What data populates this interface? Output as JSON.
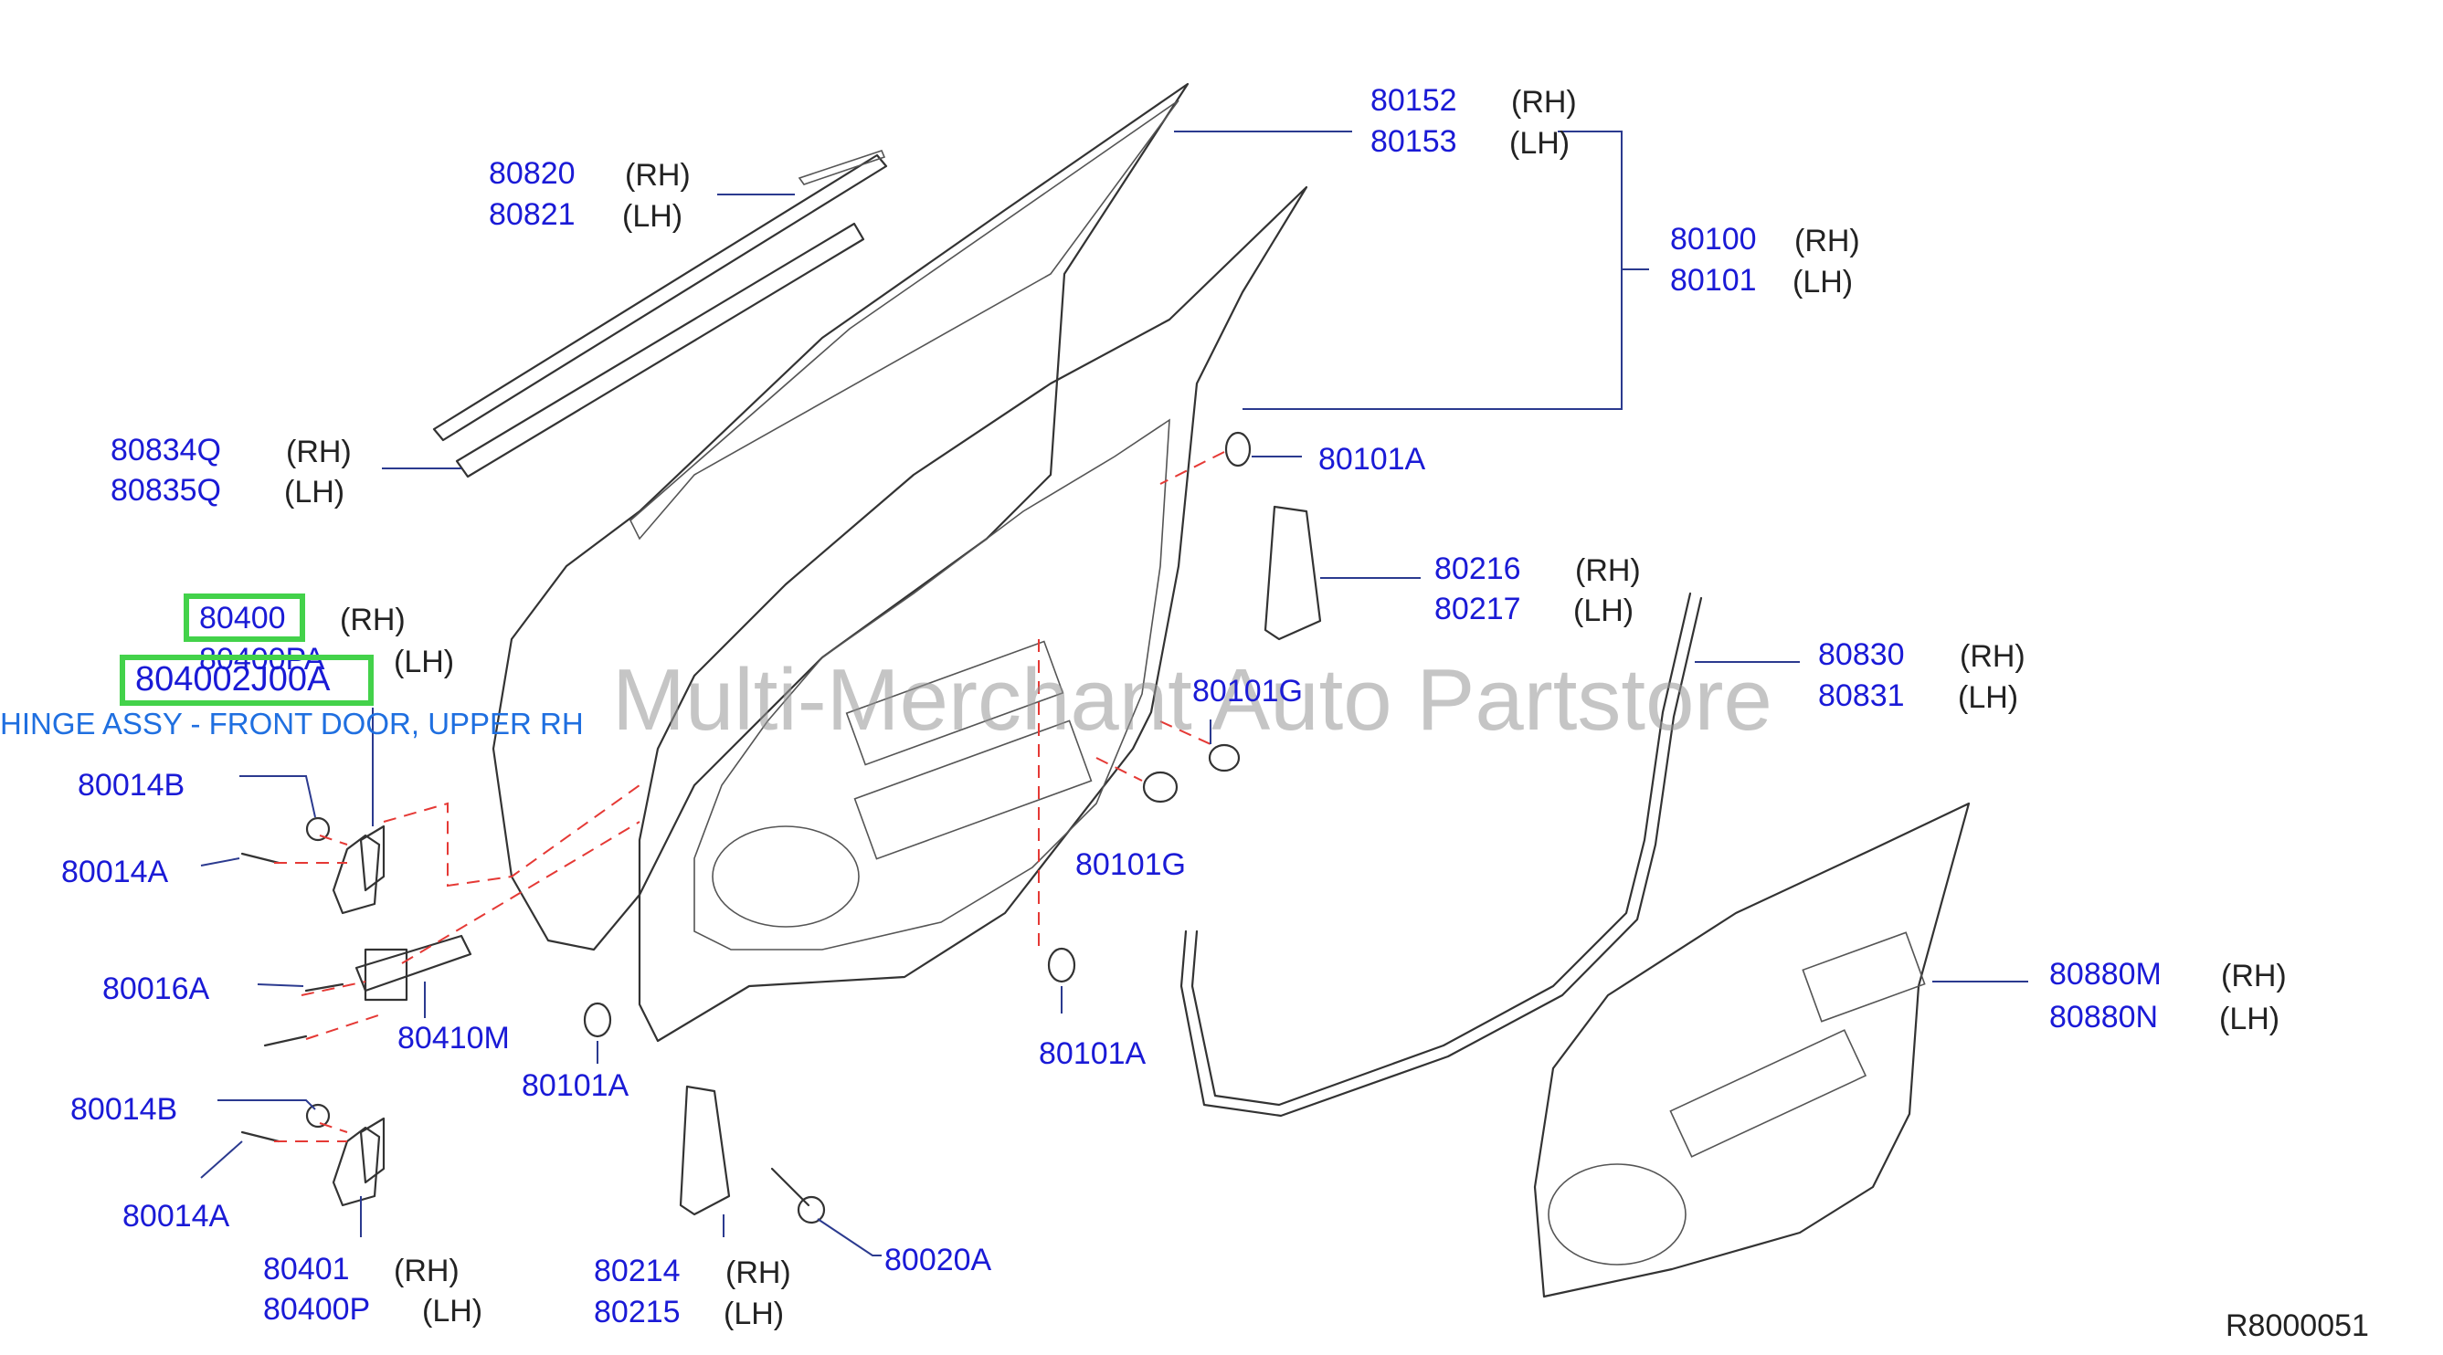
{
  "watermark": "Multi-Merchant Auto Partstore",
  "reference": "R8000051",
  "selected": {
    "part_number": "80400",
    "side": "(RH)",
    "alt_part_number": "80400PA",
    "alt_side": "(LH)",
    "full_number": "804002J00A",
    "description": "HINGE ASSY - FRONT DOOR, UPPER RH"
  },
  "callouts": [
    {
      "id": "80152",
      "pn": "80152",
      "side": "(RH)"
    },
    {
      "id": "80153",
      "pn": "80153",
      "side": "(LH)"
    },
    {
      "id": "80100",
      "pn": "80100",
      "side": "(RH)"
    },
    {
      "id": "80101",
      "pn": "80101",
      "side": "(LH)"
    },
    {
      "id": "80820",
      "pn": "80820",
      "side": "(RH)"
    },
    {
      "id": "80821",
      "pn": "80821",
      "side": "(LH)"
    },
    {
      "id": "80834q",
      "pn": "80834Q",
      "side": "(RH)"
    },
    {
      "id": "80835q",
      "pn": "80835Q",
      "side": "(LH)"
    },
    {
      "id": "80101a-top",
      "pn": "80101A",
      "side": ""
    },
    {
      "id": "80216",
      "pn": "80216",
      "side": "(RH)"
    },
    {
      "id": "80217",
      "pn": "80217",
      "side": "(LH)"
    },
    {
      "id": "80830",
      "pn": "80830",
      "side": "(RH)"
    },
    {
      "id": "80831",
      "pn": "80831",
      "side": "(LH)"
    },
    {
      "id": "80101g-1",
      "pn": "80101G",
      "side": ""
    },
    {
      "id": "80101g-2",
      "pn": "80101G",
      "side": ""
    },
    {
      "id": "80014b-1",
      "pn": "80014B",
      "side": ""
    },
    {
      "id": "80014a-1",
      "pn": "80014A",
      "side": ""
    },
    {
      "id": "80016a",
      "pn": "80016A",
      "side": ""
    },
    {
      "id": "80410m",
      "pn": "80410M",
      "side": ""
    },
    {
      "id": "80101a-left",
      "pn": "80101A",
      "side": ""
    },
    {
      "id": "80101a-mid",
      "pn": "80101A",
      "side": ""
    },
    {
      "id": "80880m",
      "pn": "80880M",
      "side": "(RH)"
    },
    {
      "id": "80880n",
      "pn": "80880N",
      "side": "(LH)"
    },
    {
      "id": "80014b-2",
      "pn": "80014B",
      "side": ""
    },
    {
      "id": "80014a-2",
      "pn": "80014A",
      "side": ""
    },
    {
      "id": "80401",
      "pn": "80401",
      "side": "(RH)"
    },
    {
      "id": "80400p",
      "pn": "80400P",
      "side": "(LH)"
    },
    {
      "id": "80214",
      "pn": "80214",
      "side": "(RH)"
    },
    {
      "id": "80215",
      "pn": "80215",
      "side": "(LH)"
    },
    {
      "id": "80020a",
      "pn": "80020A",
      "side": ""
    }
  ],
  "colors": {
    "part_number": "#1a1ad6",
    "highlight": "#43d24a",
    "description": "#1f6fe0",
    "dashed_lines": "#e53935",
    "leader_lines": "#2b3a8f"
  }
}
